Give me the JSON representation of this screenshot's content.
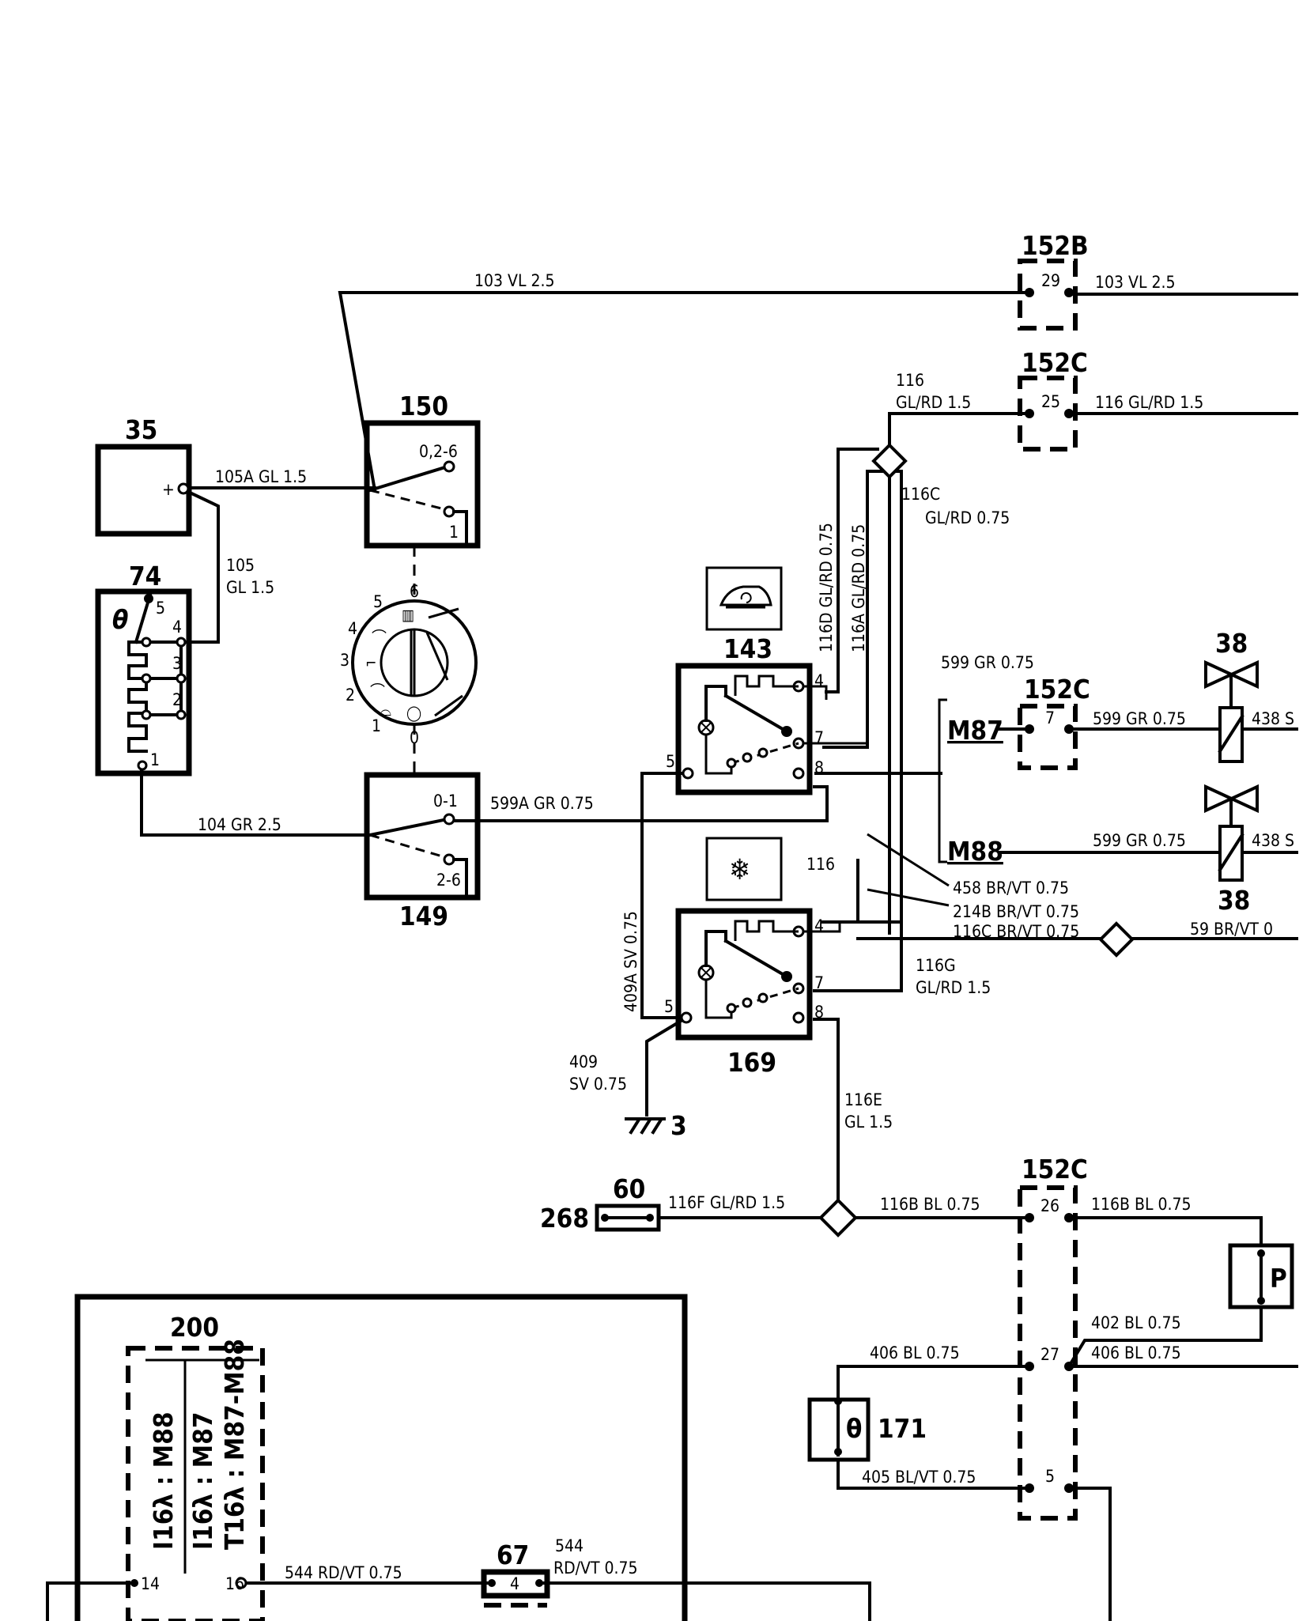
{
  "components": {
    "c35": "35",
    "c150": "150",
    "c74": "74",
    "c149": "149",
    "c143": "143",
    "c169": "169",
    "c152B": "152B",
    "c152C_top": "152C",
    "c152C_mid": "152C",
    "c152C_bot": "152C",
    "c38_top": "38",
    "c38_bot": "38",
    "c60": "60",
    "c268": "268",
    "c200": "200",
    "c67": "67",
    "c171": "171",
    "c3": "3"
  },
  "wires": {
    "w103_left": "103  VL  2.5",
    "w103_right": "103  VL  2.5",
    "w116_num": "116",
    "w116_spec": "GL/RD 1.5",
    "w116_right": "116  GL/RD 1.5",
    "w105A": "105A  GL  1.5",
    "w105_num": "105",
    "w105_spec": "GL  1.5",
    "w104": "104  GR  2.5",
    "w599A": "599A  GR  0.75",
    "w116D": "116D GL/RD 0.75",
    "w116A": "116A GL/RD 0.75",
    "w116C_num": "116C",
    "w116C_spec": "GL/RD 0.75",
    "w599_label": "599 GR 0.75",
    "w599_m87": "599  GR  0.75",
    "w599_m88": "599  GR  0.75",
    "w438_top": "438 S",
    "w438_bot": "438 S",
    "w116_mid": "116",
    "w458": "458 BR/VT 0.75",
    "w214B": "214B BR/VT 0.75",
    "w116C_brvt": "116C BR/VT 0.75",
    "w59": "59 BR/VT 0",
    "w116G_num": "116G",
    "w116G_spec": "GL/RD 1.5",
    "w409A": "409A  SV  0.75",
    "w409_num": "409",
    "w409_spec": "SV  0.75",
    "w116E_num": "116E",
    "w116E_spec": "GL  1.5",
    "w116F": "116F  GL/RD  1.5",
    "w116B_left": "116B  BL  0.75",
    "w116B_right": "116B  BL  0.75",
    "w402": "402  BL  0.75",
    "w406_left": "406  BL  0.75",
    "w406_right": "406  BL  0.75",
    "w405": "405  BL/VT  0.75",
    "w544_left": "544  RD/VT  0.75",
    "w544_num": "544",
    "w544_spec": "RD/VT 0.75"
  },
  "pins": {
    "p29": "29",
    "p25": "25",
    "p7": "7",
    "p26": "26",
    "p27": "27",
    "p5": "5",
    "p67_4": "4",
    "p14": "14",
    "p16": "16",
    "p02_6": "0,2-6",
    "p150_1": "1",
    "p0_1": "0-1",
    "p2_6": "2-6",
    "p74_5": "5",
    "p74_4": "4",
    "p74_3": "3",
    "p74_2": "2",
    "p74_1": "1",
    "p143_4": "4",
    "p143_5": "5",
    "p143_7": "7",
    "p143_8": "8",
    "p169_4": "4",
    "p169_5": "5",
    "p169_7": "7",
    "p169_8": "8",
    "p35_plus": "+"
  },
  "labels": {
    "M87": "M87",
    "M88": "M88",
    "theta74": "θ",
    "theta171": "θ",
    "P": "P",
    "dial_0": "0",
    "dial_1": "1",
    "dial_2": "2",
    "dial_3": "3",
    "dial_4": "4",
    "dial_5": "5",
    "dial_6": "6",
    "variant1": "I16λ : M88",
    "variant2": "I16λ : M87",
    "variant3": "T16λ : M87-M88"
  }
}
